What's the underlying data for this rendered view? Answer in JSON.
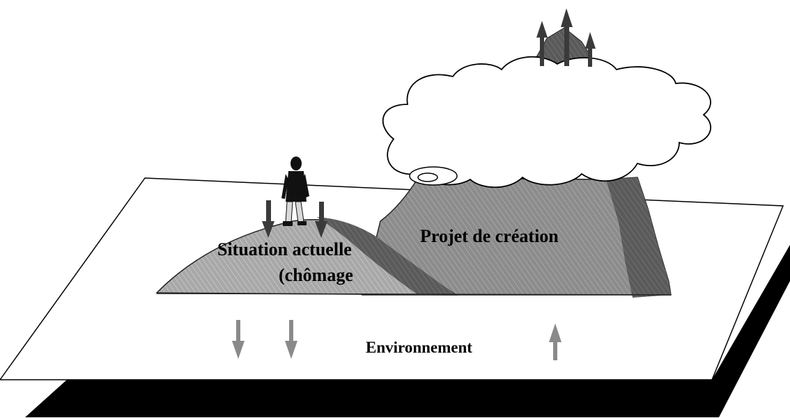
{
  "diagram": {
    "labels": {
      "situation_line1": "Situation actuelle",
      "situation_line2": "(chômage",
      "projet": "Projet de création",
      "environnement": "Environnement"
    },
    "colors": {
      "plate": "#ffffff",
      "plate_shadow": "#000000",
      "hill_light": "#a6a6a6",
      "hill_mid": "#8c8c8c",
      "hill_dark": "#5a5a5a",
      "arrow_dark": "#3a3a3a",
      "arrow_light": "#8a8a8a",
      "cloud": "#ffffff"
    },
    "icons": {
      "person": "person-icon",
      "cloud": "cloud-icon",
      "down_arrow": "arrow-down-icon",
      "up_arrow": "arrow-up-icon"
    }
  }
}
